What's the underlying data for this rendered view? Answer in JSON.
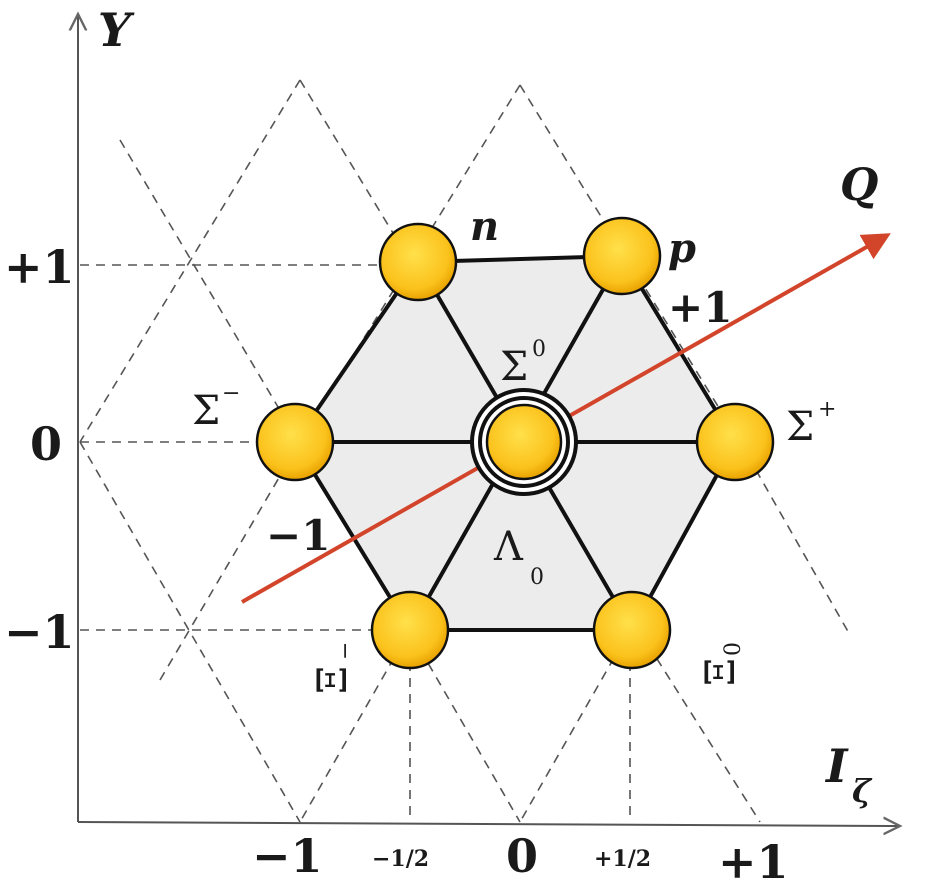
{
  "axes": {
    "y_label": "Y",
    "x_label_main": "I",
    "x_label_sub": "ζ",
    "y_ticks": [
      "+1",
      "0",
      "−1"
    ],
    "x_ticks": [
      "−1",
      "−1/2",
      "0",
      "+1/2",
      "+1"
    ]
  },
  "charge_axis": {
    "label": "Q",
    "plus_label": "+1",
    "minus_label": "−1",
    "color": "#d2452b"
  },
  "particles": {
    "n": {
      "name": "n"
    },
    "p": {
      "name": "p"
    },
    "sigma_minus": {
      "name": "Σ",
      "sup": "−"
    },
    "sigma_plus": {
      "name": "Σ",
      "sup": "+"
    },
    "sigma_zero": {
      "name": "Σ",
      "sup": "0"
    },
    "lambda_zero": {
      "name": "Λ",
      "sub": "0"
    },
    "xi_minus": {
      "name": "Ξ",
      "sup": "−"
    },
    "xi_zero": {
      "name": "Ξ",
      "sup": "0"
    }
  },
  "colors": {
    "hexagon_fill": "#ececec",
    "ball_outer": "#e8a200",
    "ball_inner": "#ffe04a"
  }
}
